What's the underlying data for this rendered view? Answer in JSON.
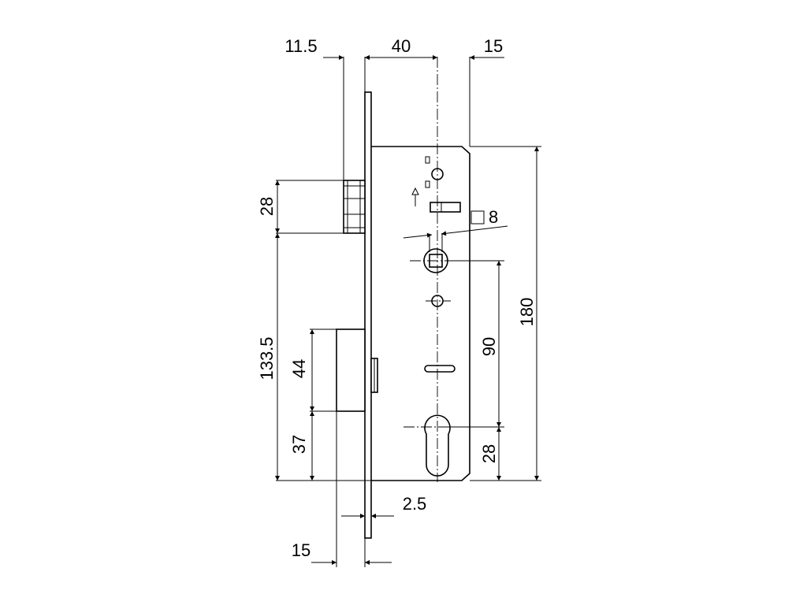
{
  "dimensions": {
    "top_left": "11.5",
    "top_center": "40",
    "top_right": "15",
    "latch_height": "28",
    "latch_to_bottom": "133.5",
    "deadbolt_height": "44",
    "deadbolt_to_bottom": "37",
    "spindle_to_cylinder": "90",
    "case_height": "180",
    "cylinder_to_bottom": "28",
    "square_spindle": "8",
    "faceplate_thickness": "2.5",
    "bottom_offset": "15"
  }
}
